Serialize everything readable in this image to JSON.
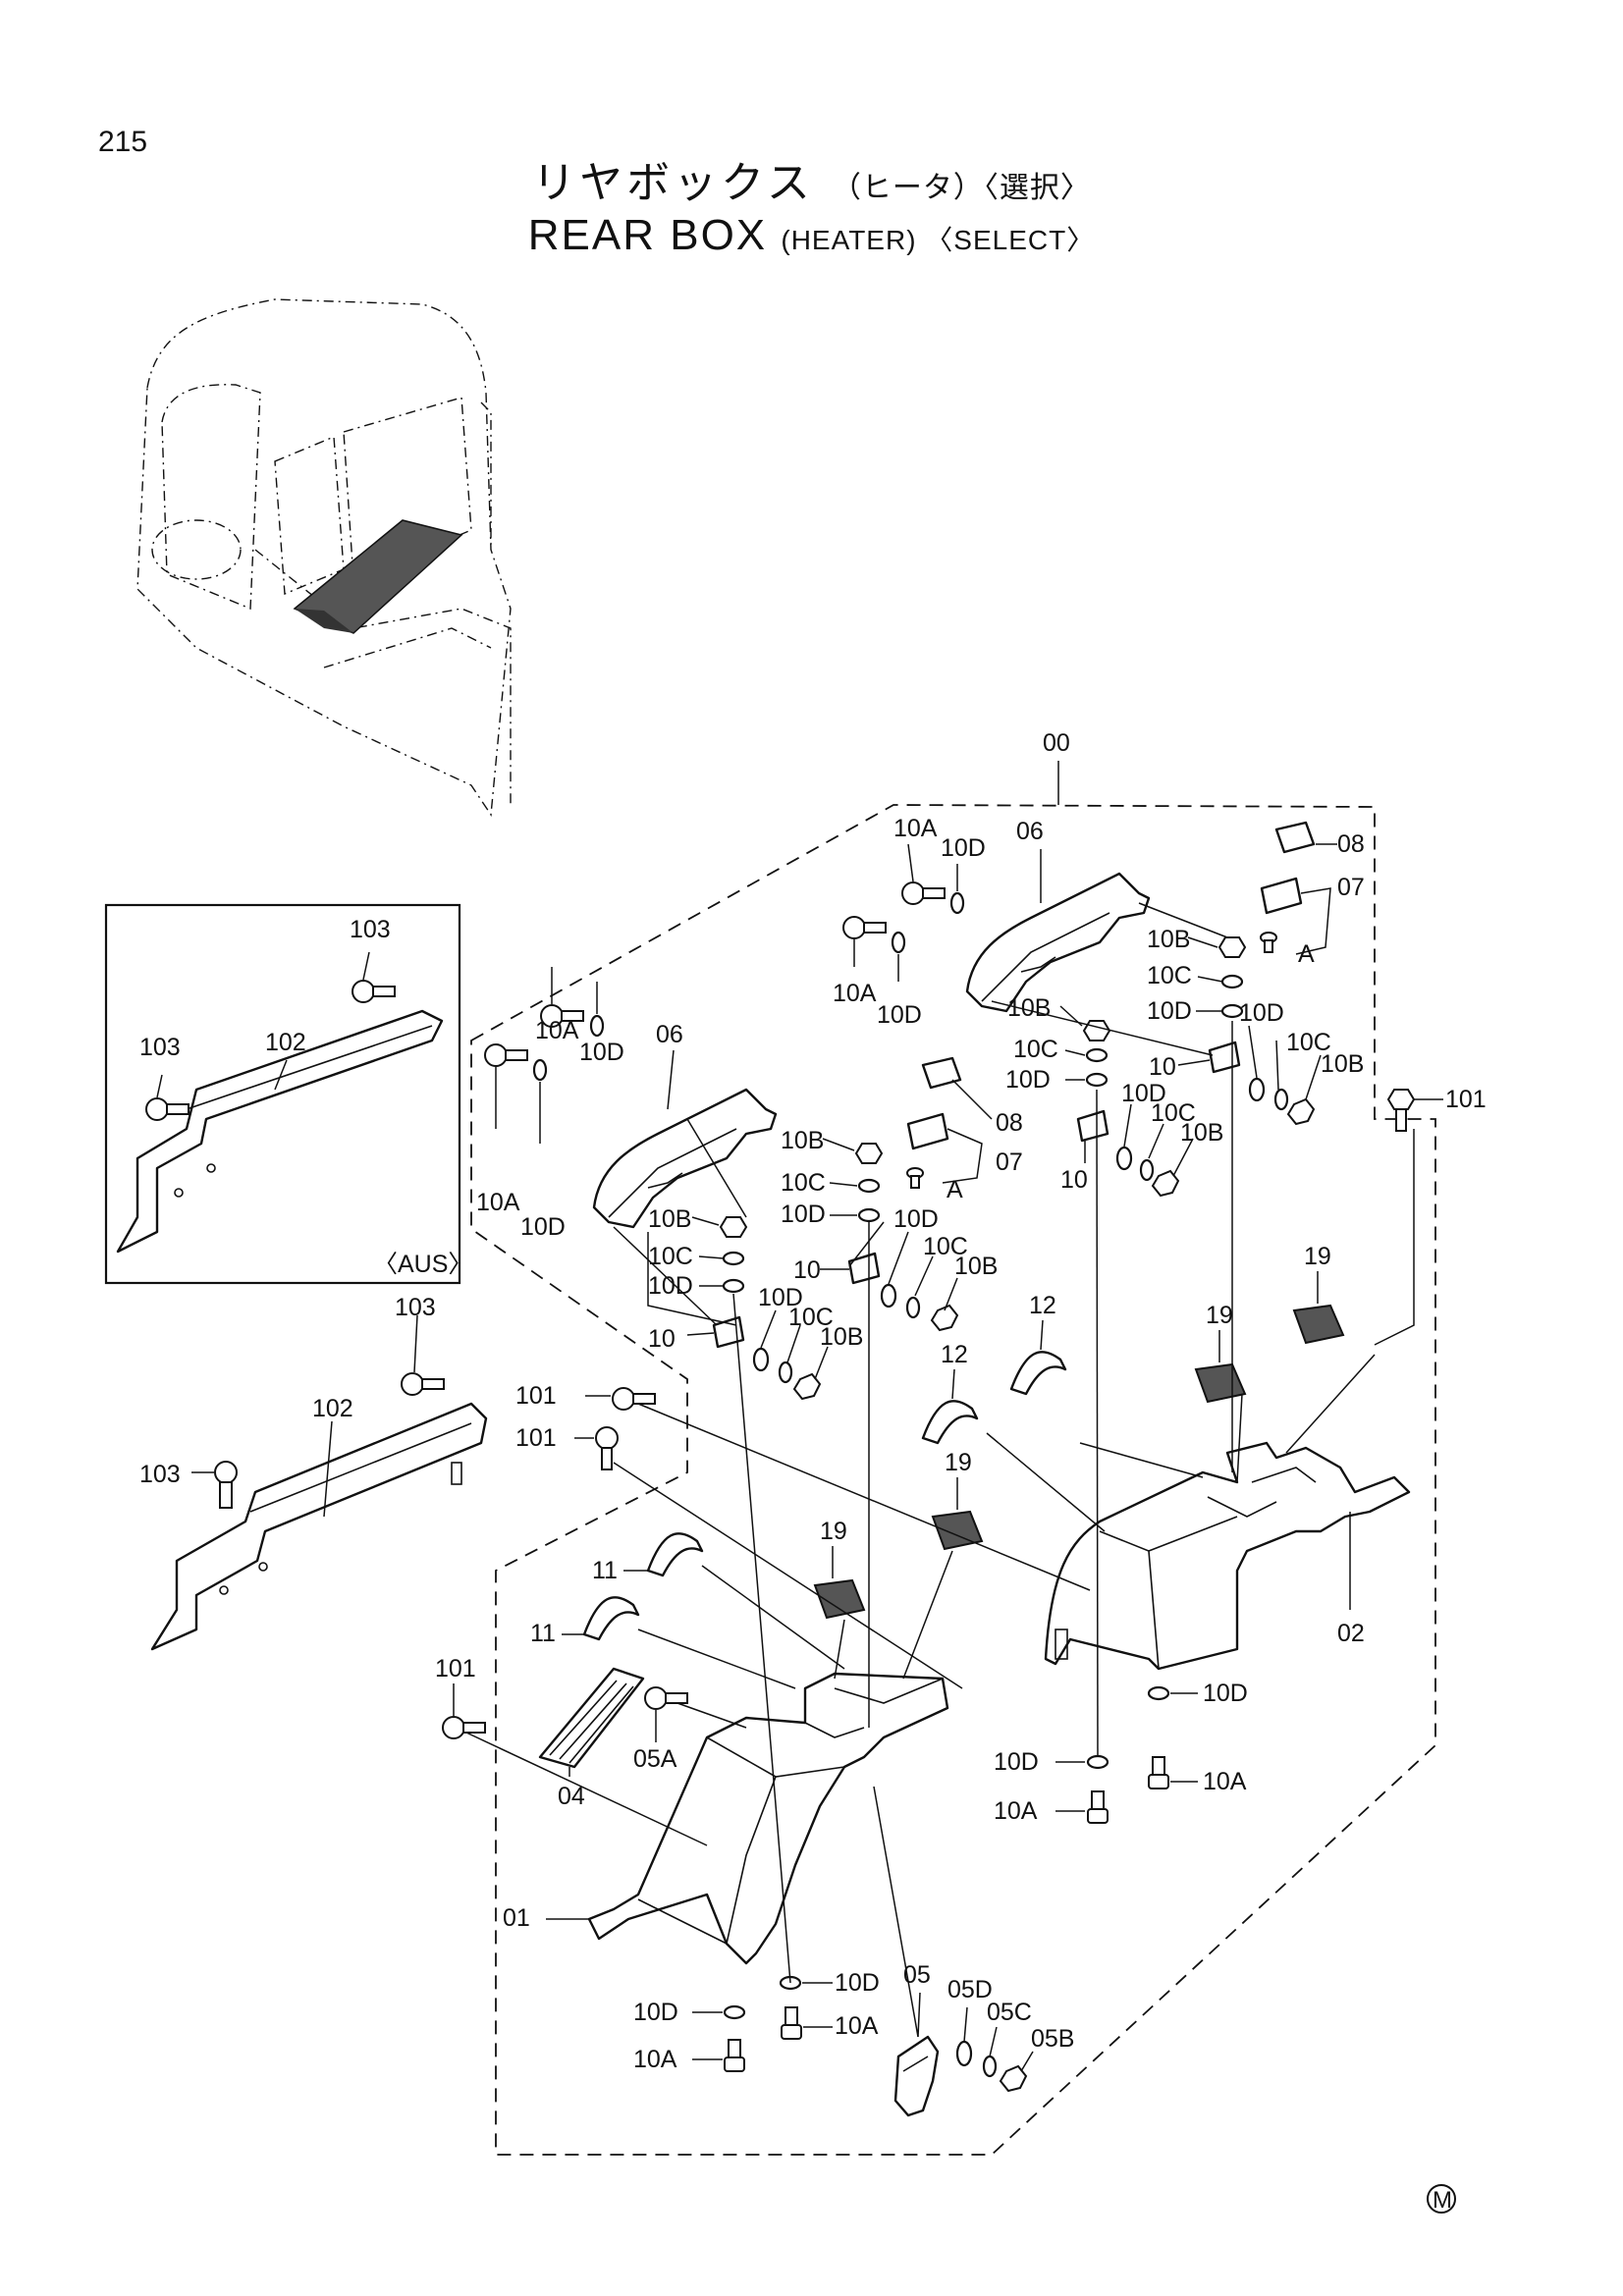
{
  "page_number": "215",
  "title_jp": "リヤボックス",
  "title_jp_sub": "（ヒータ）〈選択〉",
  "title_en": "REAR BOX",
  "title_en_sub": "(HEATER) 〈SELECT〉",
  "inset_label": "〈AUS〉",
  "footer_mark": "M",
  "part_labels": {
    "p00": "00",
    "p01": "01",
    "p02": "02",
    "p04": "04",
    "p05": "05",
    "p05A": "05A",
    "p05B": "05B",
    "p05C": "05C",
    "p05D": "05D",
    "p06": "06",
    "p07": "07",
    "p08": "08",
    "p10": "10",
    "p10A": "10A",
    "p10B": "10B",
    "p10C": "10C",
    "p10D": "10D",
    "p11": "11",
    "p12": "12",
    "p19": "19",
    "p101": "101",
    "p102": "102",
    "p103": "103",
    "refA": "A"
  }
}
